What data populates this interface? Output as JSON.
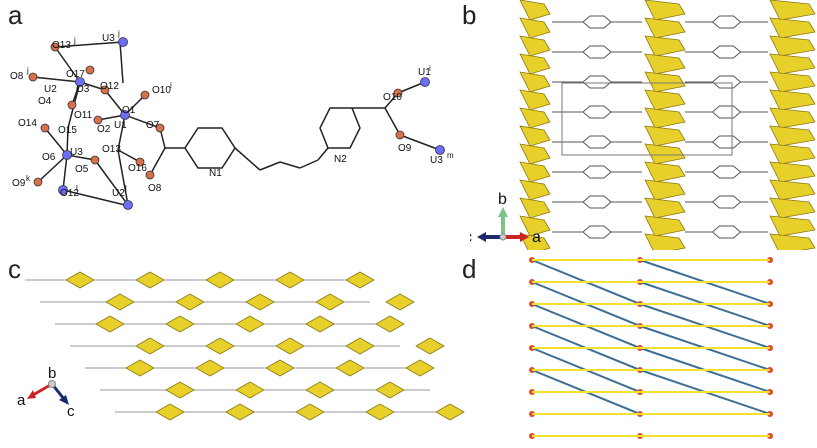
{
  "panels": {
    "a": {
      "letter": "a",
      "atom_labels": [
        "O13",
        "U3",
        "O8",
        "O17",
        "O12",
        "U2",
        "O3",
        "O10",
        "O4",
        "O11",
        "O1",
        "O2",
        "U1",
        "O7",
        "O14",
        "O15",
        "O13",
        "O16",
        "O6",
        "U3",
        "O5",
        "O9",
        "O12",
        "U2",
        "O8",
        "N1",
        "N2",
        "U1",
        "O10",
        "O9",
        "U3"
      ],
      "superscripts": {
        "O13_top": "j",
        "U3_top": "j",
        "O8": "j",
        "O10": "i",
        "O9": "k",
        "O12": "l",
        "U2": "l",
        "U1": "i",
        "U3_right": "m"
      }
    },
    "b": {
      "letter": "b",
      "axes": {
        "up": "b",
        "left": "c",
        "right": "a"
      },
      "colors": {
        "polyhedra": "#e8d02a",
        "up": "#7ec28a",
        "left": "#1a2a6e",
        "right": "#cc2222"
      }
    },
    "c": {
      "letter": "c",
      "axes": {
        "up": "b",
        "left": "a",
        "right": "c"
      },
      "colors": {
        "up": "#bbbbbb",
        "left": "#cc2222",
        "right": "#1a2a6e"
      }
    },
    "d": {
      "letter": "d",
      "colors": {
        "nodes_red": "#e24a2a",
        "links_yellow": "#f2e12e",
        "links_blue": "#3d6f96"
      }
    }
  }
}
